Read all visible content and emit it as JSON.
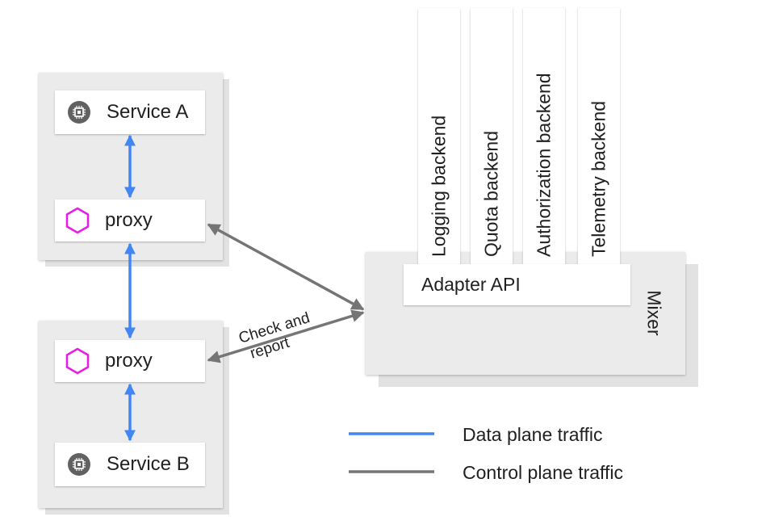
{
  "service_a": {
    "label": "Service A",
    "icon": "chip-icon"
  },
  "service_b": {
    "label": "Service B",
    "icon": "chip-icon"
  },
  "proxy_top": {
    "label": "proxy",
    "icon": "hexagon-icon"
  },
  "proxy_bottom": {
    "label": "proxy",
    "icon": "hexagon-icon"
  },
  "backends": [
    {
      "label": "Logging backend"
    },
    {
      "label": "Quota backend"
    },
    {
      "label": "Authorization backend"
    },
    {
      "label": "Telemetry backend"
    }
  ],
  "mixer": {
    "adapter_label": "Adapter API",
    "label": "Mixer"
  },
  "check_report": {
    "line1": "Check and",
    "line2": "report"
  },
  "legend": [
    {
      "label": "Data plane traffic",
      "color": "#4285f4"
    },
    {
      "label": "Control plane traffic",
      "color": "#757575"
    }
  ],
  "colors": {
    "data_plane": "#4285f4",
    "control_plane": "#757575",
    "proxy_icon": "#e91ee3"
  }
}
